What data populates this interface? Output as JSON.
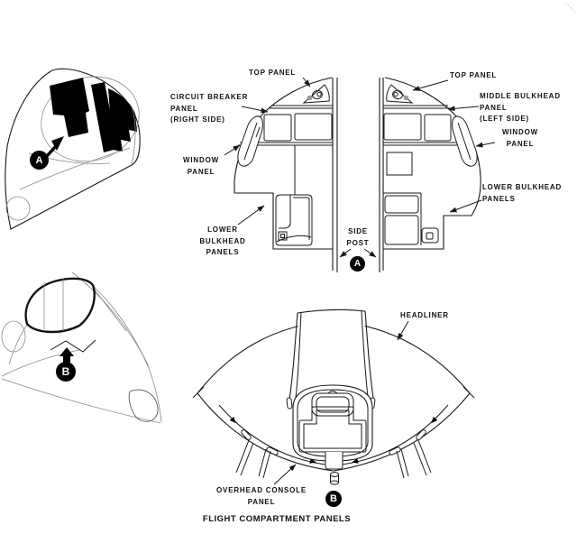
{
  "figure": {
    "title": "FLIGHT COMPARTMENT PANELS"
  },
  "colors": {
    "line": "#1a1a1a",
    "background": "#ffffff",
    "marker_fill": "#000000"
  },
  "views": {
    "nose_view_a": {
      "marker": "A"
    },
    "nose_view_b": {
      "marker": "B"
    },
    "cross_section": {
      "marker": "A",
      "labels": {
        "top_panel_left": "TOP PANEL",
        "circuit_breaker": {
          "l1": "CIRCUIT BREAKER",
          "l2": "PANEL",
          "l3": "(RIGHT SIDE)"
        },
        "window_panel_left": {
          "l1": "WINDOW",
          "l2": "PANEL"
        },
        "lower_bulkhead_left": {
          "l1": "LOWER",
          "l2": "BULKHEAD",
          "l3": "PANELS"
        },
        "side_post": {
          "l1": "SIDE",
          "l2": "POST"
        },
        "top_panel_right": "TOP PANEL",
        "middle_bulkhead": {
          "l1": "MIDDLE BULKHEAD",
          "l2": "PANEL",
          "l3": "(LEFT SIDE)"
        },
        "window_panel_right": {
          "l1": "WINDOW",
          "l2": "PANEL"
        },
        "lower_bulkhead_right": {
          "l1": "LOWER BULKHEAD",
          "l2": "PANELS"
        }
      }
    },
    "headliner_view": {
      "marker": "B",
      "labels": {
        "headliner": "HEADLINER",
        "overhead_console": {
          "l1": "OVERHEAD CONSOLE",
          "l2": "PANEL"
        }
      }
    }
  }
}
